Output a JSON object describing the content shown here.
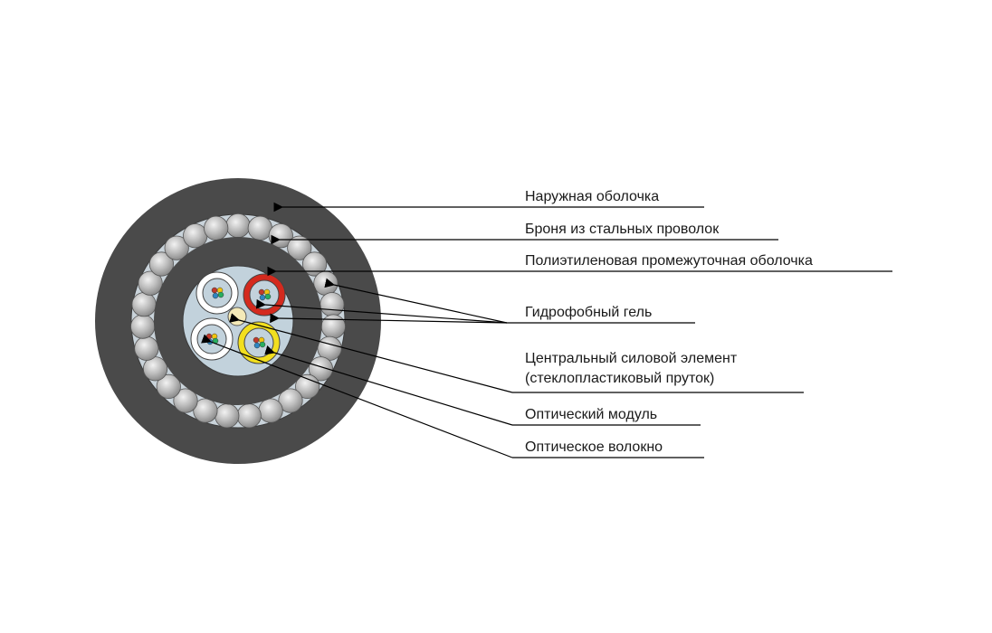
{
  "title": "Cross-section of armored optical cable",
  "labels": [
    {
      "id": "outer-sheath",
      "lines": [
        "Наружная оболочка"
      ]
    },
    {
      "id": "steel-wire-armor",
      "lines": [
        "Броня из стальных проволок"
      ]
    },
    {
      "id": "polyethylene-inner-sheath",
      "lines": [
        "Полиэтиленовая промежуточная оболочка"
      ]
    },
    {
      "id": "hydrophobic-gel",
      "lines": [
        "Гидрофобный гель"
      ]
    },
    {
      "id": "central-strength-member",
      "lines": [
        "Центральный силовой элемент",
        "(стеклопластиковый пруток)"
      ]
    },
    {
      "id": "optical-module",
      "lines": [
        "Оптический модуль"
      ]
    },
    {
      "id": "optical-fiber",
      "lines": [
        "Оптическое волокно"
      ]
    }
  ],
  "colors": {
    "outer_sheath": "#4a4a4a",
    "armor_bed": "#c9d3da",
    "wire": "#b8b8b8",
    "core_fill": "#c2d2dc",
    "module_white": "#ffffff",
    "module_red": "#d42a1e",
    "module_yellow": "#f2df1e",
    "center_member": "#f4eab8",
    "fiber_red": "#c0392b",
    "fiber_yellow": "#f1c40f",
    "fiber_blue": "#2e86c1",
    "fiber_green": "#27ae60"
  },
  "modules": [
    {
      "name": "module-top-left",
      "ring": "module_white"
    },
    {
      "name": "module-top-right",
      "ring": "module_red"
    },
    {
      "name": "module-bottom-left",
      "ring": "module_white"
    },
    {
      "name": "module-bottom-right",
      "ring": "module_yellow"
    }
  ],
  "armor_wire_count": 27
}
